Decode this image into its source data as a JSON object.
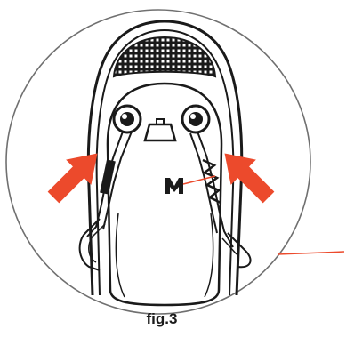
{
  "figure": {
    "caption": "fig.3"
  },
  "colors": {
    "arrow": "#ec4a2c",
    "line": "#1a1a1a",
    "frame": "#707070",
    "background": "#ffffff"
  },
  "icons": {
    "left_arrow": "arrow-up-right",
    "right_arrow": "arrow-up-left",
    "buckle": "buckle-icon"
  }
}
